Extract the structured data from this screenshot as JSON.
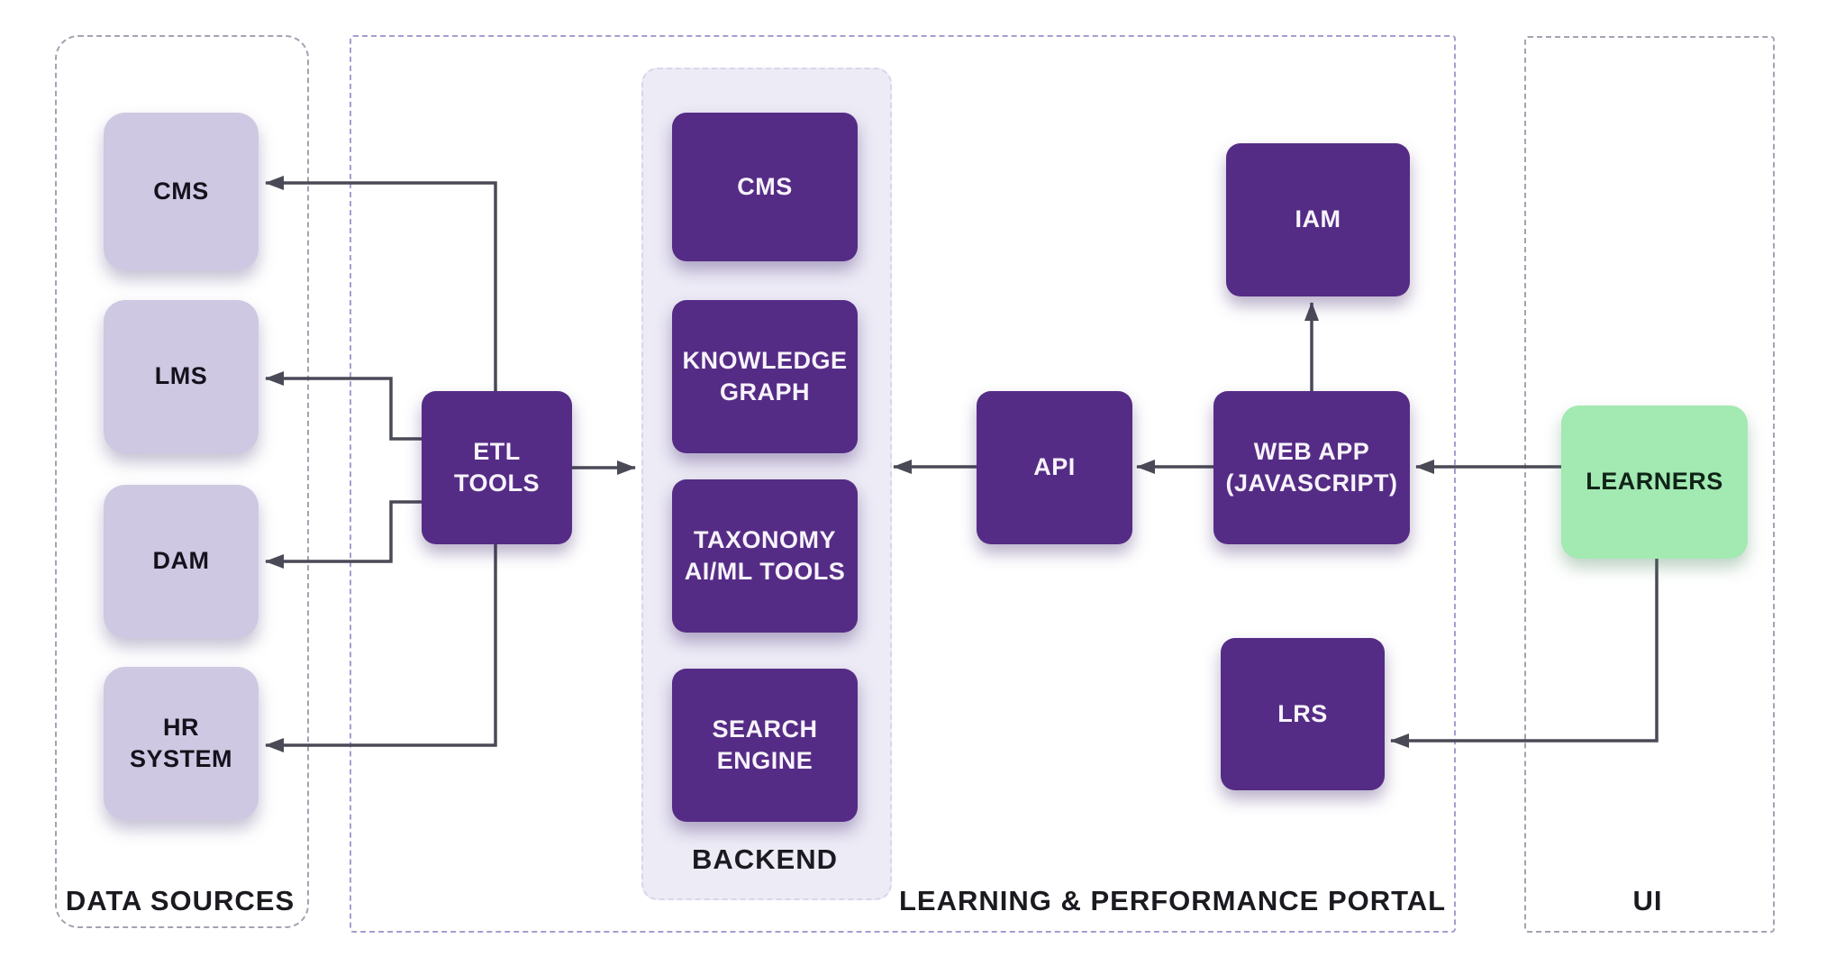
{
  "colors": {
    "page-bg": "#ffffff",
    "node-purple": "#552c85",
    "node-light-purple": "#cfc8e2",
    "node-green": "#a2e9b2",
    "backend-fill": "#edebf6",
    "line-color": "#4a4a57",
    "container-dash": "#a5a2b2",
    "portal-dash": "#a89cce",
    "backend-dash": "#d9d5ea",
    "label-dark": "#1b1a20",
    "node-text-light": "#f7f3fb",
    "node-text-dark": "#14121c",
    "learners-text": "#102418"
  },
  "sections": {
    "data_sources": {
      "label": "DATA SOURCES"
    },
    "portal": {
      "label": "LEARNING & PERFORMANCE PORTAL"
    },
    "ui": {
      "label": "UI"
    },
    "backend": {
      "label": "BACKEND"
    }
  },
  "nodes": {
    "cms_source": {
      "label": "CMS"
    },
    "lms": {
      "label": "LMS"
    },
    "dam": {
      "label": "DAM"
    },
    "hr_system": {
      "label": "HR\nSYSTEM"
    },
    "etl_tools": {
      "label": "ETL\nTOOLS"
    },
    "backend_cms": {
      "label": "CMS"
    },
    "knowledge_graph": {
      "label": "KNOWLEDGE\nGRAPH"
    },
    "taxonomy_aiml": {
      "label": "TAXONOMY\nAI/ML TOOLS"
    },
    "search_engine": {
      "label": "SEARCH\nENGINE"
    },
    "api": {
      "label": "API"
    },
    "web_app": {
      "label": "WEB APP\n(JAVASCRIPT)"
    },
    "iam": {
      "label": "IAM"
    },
    "lrs": {
      "label": "LRS"
    },
    "learners": {
      "label": "LEARNERS"
    }
  }
}
